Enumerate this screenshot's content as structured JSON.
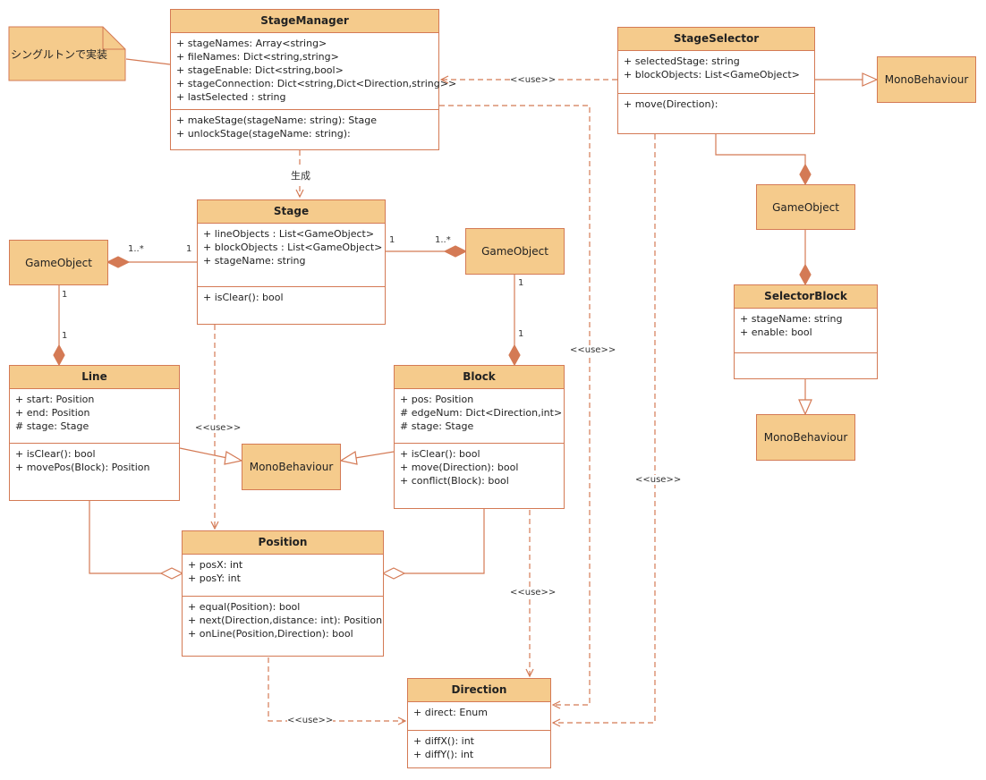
{
  "classes": {
    "stage_manager": {
      "name": "StageManager",
      "attributes": [
        "+ stageNames: Array<string>",
        "+ fileNames: Dict<string,string>",
        "+ stageEnable: Dict<string,bool>",
        "+ stageConnection: Dict<string,Dict<Direction,string>>",
        "+ lastSelected : string"
      ],
      "methods": [
        "+ makeStage(stageName: string): Stage",
        "+ unlockStage(stageName: string):"
      ]
    },
    "stage_selector": {
      "name": "StageSelector",
      "attributes": [
        "+ selectedStage: string",
        "+ blockObjects: List<GameObject>"
      ],
      "methods": [
        "+ move(Direction):"
      ]
    },
    "stage": {
      "name": "Stage",
      "attributes": [
        "+ lineObjects : List<GameObject>",
        "+ blockObjects : List<GameObject>",
        "+ stageName: string"
      ],
      "methods": [
        "+ isClear(): bool"
      ]
    },
    "selector_block": {
      "name": "SelectorBlock",
      "attributes": [
        "+ stageName: string",
        "+ enable: bool"
      ],
      "methods": []
    },
    "line": {
      "name": "Line",
      "attributes": [
        "+ start: Position",
        "+ end: Position",
        "# stage: Stage"
      ],
      "methods": [
        "+ isClear(): bool",
        "+ movePos(Block): Position"
      ]
    },
    "block": {
      "name": "Block",
      "attributes": [
        "+ pos: Position",
        "# edgeNum: Dict<Direction,int>",
        "# stage: Stage"
      ],
      "methods": [
        "+ isClear(): bool",
        "+ move(Direction): bool",
        "+ conflict(Block): bool"
      ]
    },
    "position": {
      "name": "Position",
      "attributes": [
        "+ posX: int",
        "+ posY: int"
      ],
      "methods": [
        "+ equal(Position): bool",
        "+ next(Direction,distance: int): Position",
        "+ onLine(Position,Direction): bool"
      ]
    },
    "direction": {
      "name": "Direction",
      "attributes": [
        "+ direct: Enum"
      ],
      "methods": [
        "+ diffX(): int",
        "+ diffY(): int"
      ]
    }
  },
  "boxes": {
    "mono_selector": "MonoBehaviour",
    "game_object_selector": "GameObject",
    "mono_selector_block": "MonoBehaviour",
    "game_object_left": "GameObject",
    "game_object_right": "GameObject",
    "mono_center": "MonoBehaviour"
  },
  "note": "シングルトンで実装",
  "labels": {
    "generate": "生成",
    "use_manager_selector": "<<use>>",
    "use_manager_direction": "<<use>>",
    "use_stage_position": "<<use>>",
    "use_block_direction": "<<use>>",
    "use_selector_direction": "<<use>>",
    "use_position_direction": "<<use>>"
  },
  "multiplicities": {
    "left_many": "1..*",
    "left_one": "1",
    "right_one": "1",
    "right_many": "1..*",
    "go_left_top": "1",
    "go_left_bottom": "1",
    "go_right_top": "1",
    "go_right_bottom": "1"
  },
  "colors": {
    "fill": "#f5cb8c",
    "stroke": "#d47a55"
  }
}
